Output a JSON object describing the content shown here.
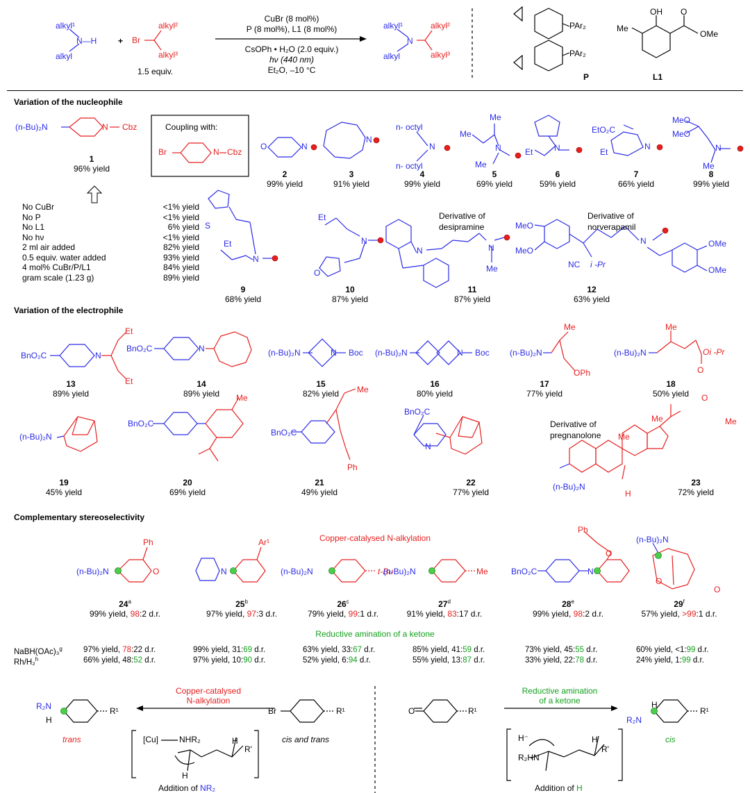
{
  "header": {
    "amine_lines": [
      "alkyl¹",
      "N—H",
      "alkyl"
    ],
    "halide_label": "1.5 equiv.",
    "conditions": [
      "CuBr (8 mol%)",
      "P (8 mol%), L1 (8 mol%)",
      "CsOPh • H₂O (2.0 equiv.)",
      "hν (440 nm)",
      "Et₂O, –10 °C"
    ],
    "ligand_p": "P",
    "ligand_l1": "L1",
    "atoms": {
      "alkyl1": "alkyl¹",
      "alkyl": "alkyl",
      "alkyl2": "alkyl²",
      "alkyl3": "alkyl³",
      "br": "Br",
      "nh": "N—H",
      "n": "N",
      "par2": "PAr₂",
      "oh": "OH",
      "me": "Me",
      "ome": "OMe",
      "o": "O",
      "plus": "+"
    }
  },
  "sections": {
    "nucleophile": "Variation of the nucleophile",
    "electrophile": "Variation of the electrophile",
    "stereo": "Complementary stereoselectivity"
  },
  "nucleophile": {
    "coupling_box": "Coupling with:",
    "compounds": [
      {
        "num": "1",
        "yield": "96% yield"
      },
      {
        "num": "2",
        "yield": "99% yield"
      },
      {
        "num": "3",
        "yield": "91% yield"
      },
      {
        "num": "4",
        "yield": "99% yield"
      },
      {
        "num": "5",
        "yield": "69% yield"
      },
      {
        "num": "6",
        "yield": "59% yield"
      },
      {
        "num": "7",
        "yield": "66% yield"
      },
      {
        "num": "8",
        "yield": "99% yield"
      },
      {
        "num": "9",
        "yield": "68% yield"
      },
      {
        "num": "10",
        "yield": "87% yield"
      },
      {
        "num": "11",
        "yield": "87% yield"
      },
      {
        "num": "12",
        "yield": "63% yield"
      }
    ],
    "control_conditions": [
      {
        "label": "No CuBr",
        "value": "<1% yield"
      },
      {
        "label": "No P",
        "value": "<1% yield"
      },
      {
        "label": "No L1",
        "value": "6% yield"
      },
      {
        "label": "No hν",
        "value": "<1% yield"
      },
      {
        "label": "2 ml air added",
        "value": "82% yield"
      },
      {
        "label": "0.5 equiv. water added",
        "value": "93% yield"
      },
      {
        "label": "4 mol% CuBr/P/L1",
        "value": "84% yield"
      },
      {
        "label": "gram scale (1.23 g)",
        "value": "89% yield"
      }
    ],
    "derivative_11": [
      "Derivative of",
      "desipramine"
    ],
    "derivative_12": [
      "Derivative of",
      "norverapamil"
    ],
    "atoms": {
      "nbu2n": "(n-Bu)₂N",
      "cbz": "Cbz",
      "n": "N",
      "o": "O",
      "br": "Br",
      "noctyl": "n- octyl",
      "me": "Me",
      "et": "Et",
      "eto2c": "EtO₂C",
      "meo": "MeO",
      "s": "S",
      "ome": "OMe",
      "nc": "NC",
      "ipr": "i -Pr"
    }
  },
  "electrophile": {
    "compounds": [
      {
        "num": "13",
        "yield": "89% yield"
      },
      {
        "num": "14",
        "yield": "89% yield"
      },
      {
        "num": "15",
        "yield": "82% yield"
      },
      {
        "num": "16",
        "yield": "80% yield"
      },
      {
        "num": "17",
        "yield": "77% yield"
      },
      {
        "num": "18",
        "yield": "50% yield"
      },
      {
        "num": "19",
        "yield": "45% yield"
      },
      {
        "num": "20",
        "yield": "69% yield"
      },
      {
        "num": "21",
        "yield": "49% yield"
      },
      {
        "num": "22",
        "yield": "77% yield"
      },
      {
        "num": "23",
        "yield": "72% yield"
      }
    ],
    "derivative_23": [
      "Derivative of",
      "pregnanolone"
    ],
    "atoms": {
      "bno2c": "BnO₂C",
      "nbu2n": "(n-Bu)₂N",
      "n": "N",
      "et": "Et",
      "boc": "Boc",
      "me": "Me",
      "oph": "OPh",
      "oipr": "Oi -Pr",
      "o": "O",
      "ph": "Ph",
      "h": "H"
    }
  },
  "stereo": {
    "copper_label": "Copper-catalysed N-alkylation",
    "ketone_label": "Reductive amination of a ketone",
    "compounds": [
      {
        "num": "24",
        "sup": "a",
        "yield": "99% yield, ",
        "dr_major": "98",
        "dr_rest": ":2 d.r."
      },
      {
        "num": "25",
        "sup": "b",
        "yield": "97% yield, ",
        "dr_major": "97",
        "dr_rest": ":3 d.r."
      },
      {
        "num": "26",
        "sup": "c",
        "yield": "79% yield, ",
        "dr_major": "99",
        "dr_rest": ":1 d.r."
      },
      {
        "num": "27",
        "sup": "d",
        "yield": "91% yield, ",
        "dr_major": "83",
        "dr_rest": ":17 d.r."
      },
      {
        "num": "28",
        "sup": "e",
        "yield": "99% yield, ",
        "dr_major": "98",
        "dr_rest": ":2 d.r."
      },
      {
        "num": "29",
        "sup": "f",
        "yield": "57% yield, ",
        "dr_major": ">99",
        "dr_rest": ":1 d.r."
      }
    ],
    "reductive_rows": [
      {
        "label": "NaBH(OAc)₃",
        "sup": "g",
        "cells": [
          {
            "pre": "97% yield, ",
            "a": "78",
            "b": ":22 d.r.",
            "color": "r"
          },
          {
            "pre": "99% yield, 31:",
            "a": "69",
            "b": " d.r.",
            "color": "g"
          },
          {
            "pre": "63% yield, 33:",
            "a": "67",
            "b": " d.r.",
            "color": "g"
          },
          {
            "pre": "85% yield, 41:",
            "a": "59",
            "b": " d.r.",
            "color": "g"
          },
          {
            "pre": "73% yield, 45:",
            "a": "55",
            "b": " d.r.",
            "color": "g"
          },
          {
            "pre": "60% yield, <1:",
            "a": "99",
            "b": " d.r.",
            "color": "g"
          }
        ]
      },
      {
        "label": "Rh/H₂",
        "sup": "h",
        "cells": [
          {
            "pre": "66% yield, 48:",
            "a": "52",
            "b": " d.r.",
            "color": "g"
          },
          {
            "pre": "97% yield, 10:",
            "a": "90",
            "b": " d.r.",
            "color": "g"
          },
          {
            "pre": "52% yield, 6:",
            "a": "94",
            "b": " d.r.",
            "color": "g"
          },
          {
            "pre": "55% yield, 13:",
            "a": "87",
            "b": " d.r.",
            "color": "g"
          },
          {
            "pre": "33% yield, 22:",
            "a": "78",
            "b": " d.r.",
            "color": "g"
          },
          {
            "pre": "24% yield, 1:",
            "a": "99",
            "b": " d.r.",
            "color": "g"
          }
        ]
      }
    ],
    "atoms": {
      "nbu2n": "(n-Bu)₂N",
      "ph": "Ph",
      "o": "O",
      "ar1": "Ar¹",
      "n": "N",
      "tbu": "t-Bu",
      "me": "Me",
      "bno2c": "BnO₂C"
    }
  },
  "mechanism": {
    "left_label": [
      "Copper-catalysed",
      "N-alkylation"
    ],
    "right_label": [
      "Reductive amination",
      "of a ketone"
    ],
    "trans": "trans",
    "cis_and_trans": "cis and trans",
    "cis": "cis",
    "left_addition": [
      "Addition of ",
      "NR₂"
    ],
    "right_addition": [
      "Addition of ",
      "H"
    ],
    "atoms": {
      "r2n": "R₂N",
      "h": "H",
      "r1": "R¹",
      "br": "Br",
      "o": "O",
      "cu": "[Cu]",
      "nhr2": "NHR₂",
      "rprime": "R'",
      "r2hn": "R₂HN",
      "hminus": "H⁻",
      "plus": "+"
    }
  }
}
